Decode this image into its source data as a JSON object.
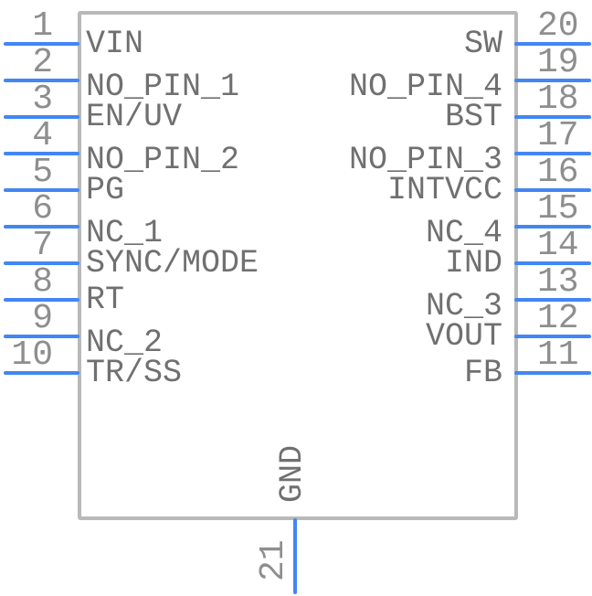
{
  "symbol": {
    "left_pins": [
      {
        "number": "1",
        "label": "VIN"
      },
      {
        "number": "2",
        "label": "NO_PIN_1"
      },
      {
        "number": "3",
        "label": "EN/UV"
      },
      {
        "number": "4",
        "label": "NO_PIN_2"
      },
      {
        "number": "5",
        "label": "PG"
      },
      {
        "number": "6",
        "label": "NC_1"
      },
      {
        "number": "7",
        "label": "SYNC/MODE"
      },
      {
        "number": "8",
        "label": "RT"
      },
      {
        "number": "9",
        "label": "NC_2"
      },
      {
        "number": "10",
        "label": "TR/SS"
      }
    ],
    "right_pins": [
      {
        "number": "20",
        "label": "SW"
      },
      {
        "number": "19",
        "label": "NO_PIN_4"
      },
      {
        "number": "18",
        "label": "BST"
      },
      {
        "number": "17",
        "label": "NO_PIN_3"
      },
      {
        "number": "16",
        "label": "INTVCC"
      },
      {
        "number": "15",
        "label": "NC_4"
      },
      {
        "number": "14",
        "label": "IND"
      },
      {
        "number": "13",
        "label": "NC_3"
      },
      {
        "number": "12",
        "label": "VOUT"
      },
      {
        "number": "11",
        "label": "FB"
      }
    ],
    "bottom_pins": [
      {
        "number": "21",
        "label": "GND"
      }
    ],
    "colors": {
      "pin_line": "#4286f4",
      "body_border": "#b9b9b9",
      "label_text": "#707070",
      "number_text": "#8e8e8e",
      "background": "#ffffff"
    }
  }
}
